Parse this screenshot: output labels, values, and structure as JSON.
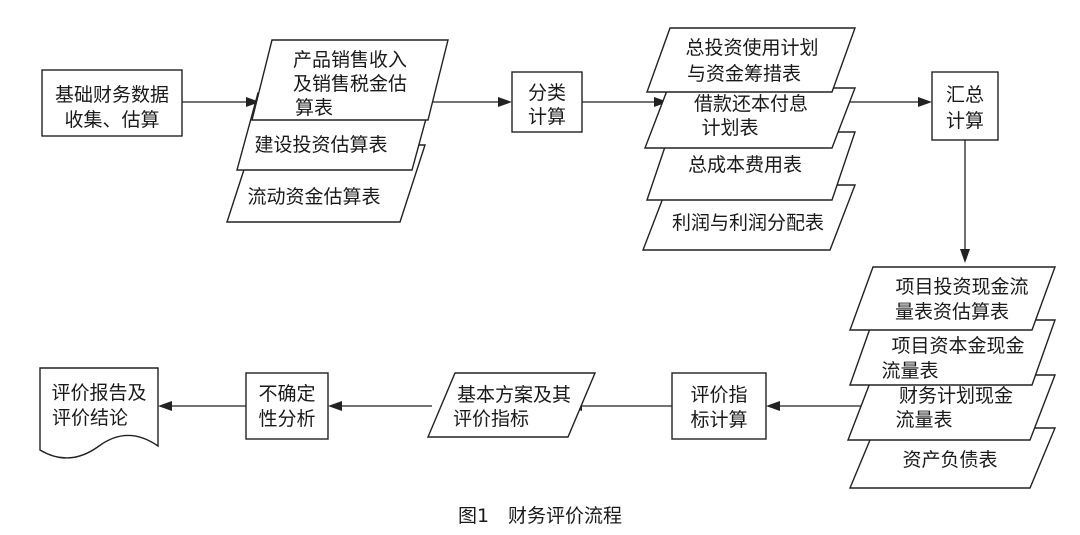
{
  "diagram": {
    "nodes": {
      "basic_data": [
        "基础财务数据",
        "收集、估算"
      ],
      "sales": [
        "产品销售收入",
        "及销售税金估",
        "算表"
      ],
      "construction": [
        "建设投资估算表"
      ],
      "working_capital": [
        "流动资金估算表"
      ],
      "classify": [
        "分类",
        "计算"
      ],
      "total_investment": [
        "总投资使用计划",
        "与资金筹措表"
      ],
      "loan_repayment": [
        "借款还本付息",
        "计划表"
      ],
      "total_cost": [
        "总成本费用表"
      ],
      "profit": [
        "利润与利润分配表"
      ],
      "summary": [
        "汇总",
        "计算"
      ],
      "project_cashflow": [
        "项目投资现金流",
        "量表资估算表"
      ],
      "capital_cashflow": [
        "项目资本金现金",
        "流量表"
      ],
      "financial_cashflow": [
        "财务计划现金",
        "流量表"
      ],
      "balance_sheet": [
        "资产负债表"
      ],
      "indicator_calc": [
        "评价指",
        "标计算"
      ],
      "basic_scheme": [
        "基本方案及其",
        "评价指标"
      ],
      "uncertainty": [
        "不确定",
        "性分析"
      ],
      "report": [
        "评价报告及",
        "评价结论"
      ]
    },
    "caption": "图1　财务评价流程"
  }
}
